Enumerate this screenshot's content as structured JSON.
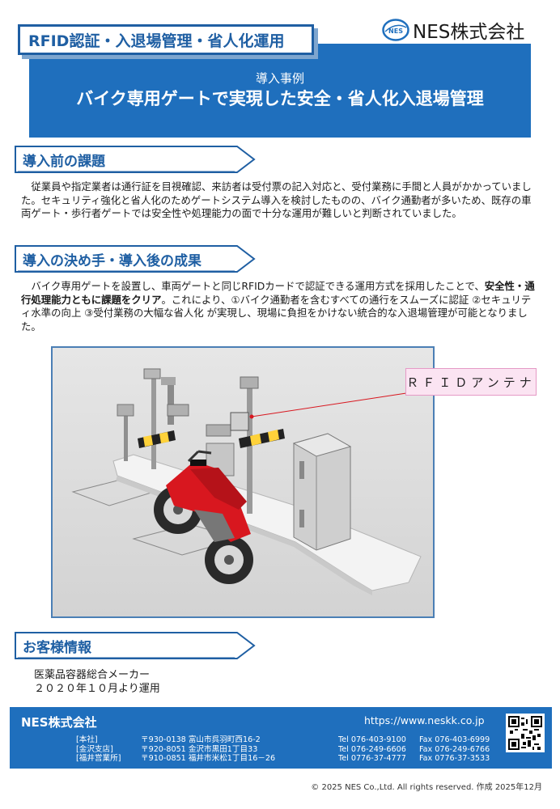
{
  "header": {
    "category": "RFID認証・入退場管理・省人化運用",
    "company_logo_text": "NES株式会社",
    "subtitle": "導入事例",
    "title": "バイク専用ゲートで実現した安全・省人化入退場管理"
  },
  "section1": {
    "heading": "導入前の課題",
    "body": "　従業員や指定業者は通行証を目視確認、来訪者は受付票の記入対応と、受付業務に手間と人員がかかっていました。セキュリティ強化と省人化のためゲートシステム導入を検討したものの、バイク通勤者が多いため、既存の車両ゲート・歩行者ゲートでは安全性や処理能力の面で十分な運用が難しいと判断されていました。"
  },
  "section2": {
    "heading": "導入の決め手・導入後の成果",
    "body_pre": "　バイク専用ゲートを設置し、車両ゲートと同じRFIDカードで認証できる運用方式を採用したことで、",
    "body_bold": "安全性・通行処理能力ともに課題をクリア",
    "body_post": "。これにより、①バイク通勤者を含むすべての通行をスムーズに認証 ②セキュリティ水準の向上 ③受付業務の大幅な省人化 が実現し、現場に負担をかけない統合的な入退場管理が可能となりました。",
    "callout": "ＲＦＩＤアンテナ"
  },
  "section3": {
    "heading": "お客様情報",
    "customer_type": "医薬品容器総合メーカー",
    "start": "２０２０年１０月より運用"
  },
  "footer": {
    "company": "NES株式会社",
    "url": "https://www.neskk.co.jp",
    "offices": [
      {
        "branch": "[本社]",
        "address": "〒930-0138 富山市呉羽町西16-2",
        "tel": "Tel 076-403-9100",
        "fax": "Fax 076-403-6999"
      },
      {
        "branch": "[金沢支店]",
        "address": "〒920-8051 金沢市黒田1丁目33",
        "tel": "Tel 076-249-6606",
        "fax": "Fax 076-249-6766"
      },
      {
        "branch": "[福井営業所]",
        "address": "〒910-0851 福井市米松1丁目16－26",
        "tel": "Tel 0776-37-4777",
        "fax": "Fax 0776-37-3533"
      }
    ],
    "copyright": "© 2025 NES Co.,Ltd. All rights reserved. 作成 2025年12月"
  },
  "colors": {
    "brand_blue": "#1f6fbd",
    "heading_blue": "#1f5fa3",
    "callout_pink": "#fbe4f2",
    "motorcycle_red": "#d8171f"
  },
  "icons": {
    "logo": "nes-logo-icon",
    "qr": "qr-code-icon"
  }
}
